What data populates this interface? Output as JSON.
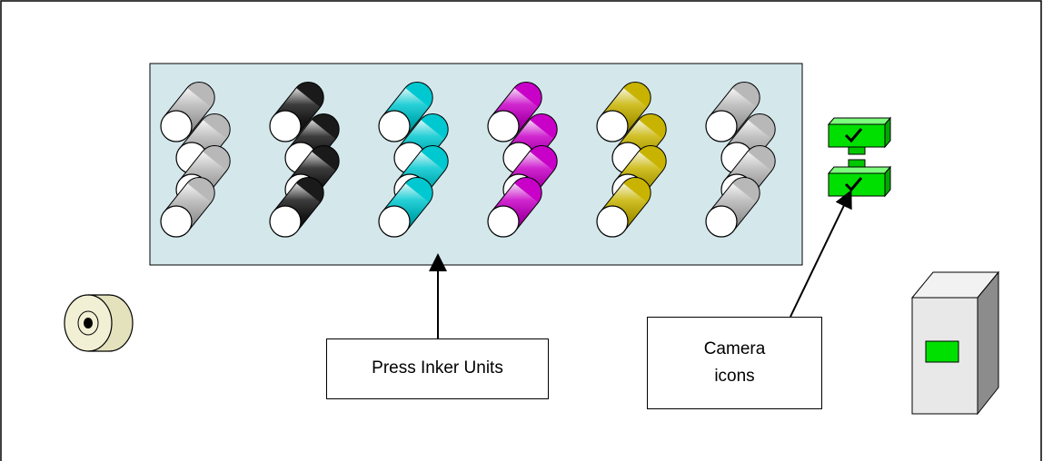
{
  "labels": {
    "press_inker_units": "Press Inker Units",
    "camera_line1": "Camera",
    "camera_line2": "icons"
  },
  "inker_units": [
    {
      "name": "silver-1",
      "color": "#b8b8b8"
    },
    {
      "name": "black",
      "color": "#1a1a1a"
    },
    {
      "name": "cyan",
      "color": "#00c8d0"
    },
    {
      "name": "magenta",
      "color": "#c800c8"
    },
    {
      "name": "yellow",
      "color": "#c8b400"
    },
    {
      "name": "silver-2",
      "color": "#b8b8b8"
    }
  ],
  "colors": {
    "panel_fill": "#d4e8ec",
    "camera_green": "#00e000",
    "cabinet_light": "#e8e8e8",
    "cabinet_dark": "#8c8c8c",
    "reel": "#f0eecc"
  },
  "icons": [
    "paper-reel-icon",
    "camera-icon",
    "camera-icon",
    "computer-cabinet-icon"
  ]
}
